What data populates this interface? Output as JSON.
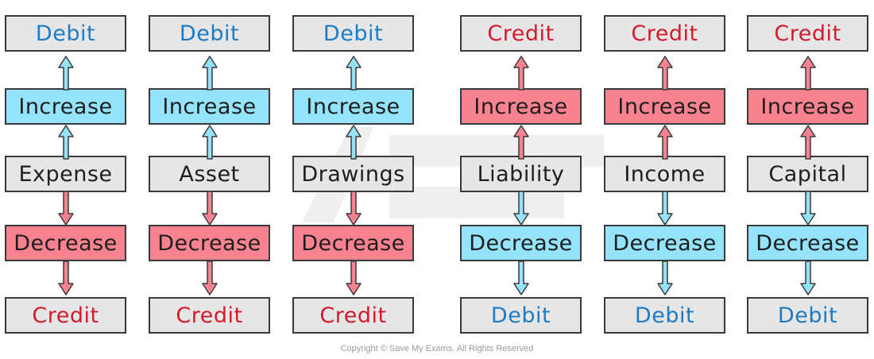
{
  "columns": [
    {
      "top": "Debit",
      "increase": "Increase",
      "account": "Expense",
      "decrease": "Decrease",
      "bottom": "Credit",
      "increase_color": "#94e3fb",
      "decrease_color": "#f98290"
    },
    {
      "top": "Debit",
      "increase": "Increase",
      "account": "Asset",
      "decrease": "Decrease",
      "bottom": "Credit",
      "increase_color": "#94e3fb",
      "decrease_color": "#f98290"
    },
    {
      "top": "Debit",
      "increase": "Increase",
      "account": "Drawings",
      "decrease": "Decrease",
      "bottom": "Credit",
      "increase_color": "#94e3fb",
      "decrease_color": "#f98290"
    },
    {
      "top": "Credit",
      "increase": "Increase",
      "account": "Liability",
      "decrease": "Decrease",
      "bottom": "Debit",
      "increase_color": "#f98290",
      "decrease_color": "#94e3fb"
    },
    {
      "top": "Credit",
      "increase": "Increase",
      "account": "Income",
      "decrease": "Decrease",
      "bottom": "Debit",
      "increase_color": "#f98290",
      "decrease_color": "#94e3fb"
    },
    {
      "top": "Credit",
      "increase": "Increase",
      "account": "Capital",
      "decrease": "Decrease",
      "bottom": "Debit",
      "increase_color": "#f98290",
      "decrease_color": "#94e3fb"
    }
  ],
  "colors": {
    "debit_text": "#1c7bc4",
    "credit_text": "#d61a2d",
    "blue_fill": "#94e3fb",
    "red_fill": "#f98290",
    "grey_fill": "#e6e6e6"
  },
  "copyright": "Copyright © Save My Exams. All Rights Reserved"
}
